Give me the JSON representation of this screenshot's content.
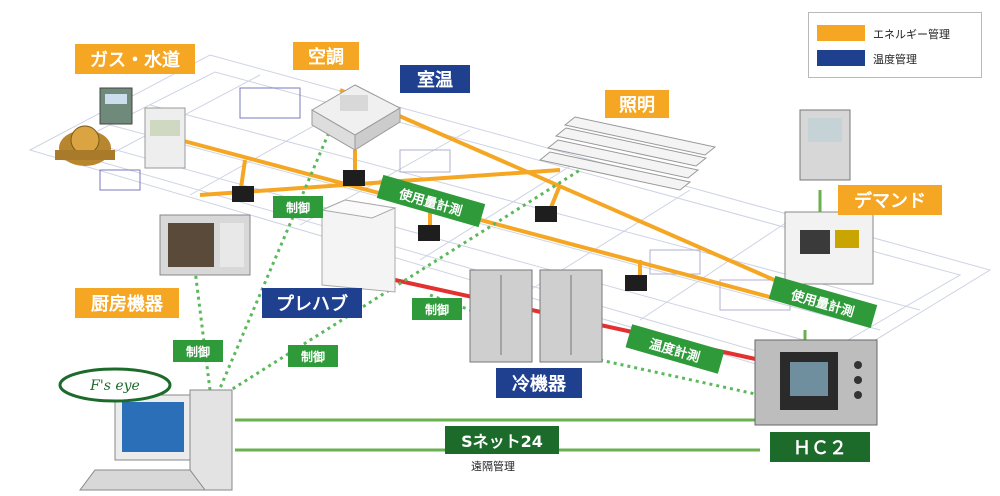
{
  "legend": {
    "energy": {
      "label": "エネルギー管理",
      "color": "#f5a623"
    },
    "temp": {
      "label": "温度管理",
      "color": "#1f3f8f"
    }
  },
  "labels": {
    "gas": "ガス・水道",
    "aircon": "空調",
    "room_temp": "室温",
    "lighting": "照明",
    "demand": "デマンド",
    "kitchen": "厨房機器",
    "prefab": "プレハブ",
    "freezer": "冷機器",
    "hc2": "ＨＣ２",
    "logo": "F's eye"
  },
  "badges": {
    "control_1": "制御",
    "control_2": "制御",
    "control_3": "制御",
    "control_4": "制御",
    "usage_1": "使用量計測",
    "usage_2": "使用量計測",
    "temp_measure": "温度計測"
  },
  "network": {
    "name": "Sネット24",
    "sub": "遠隔管理"
  },
  "colors": {
    "energy_line": "#f5a623",
    "temp_line": "#e53030",
    "control_line": "#5cb85c",
    "net_line": "#6ab04c"
  }
}
